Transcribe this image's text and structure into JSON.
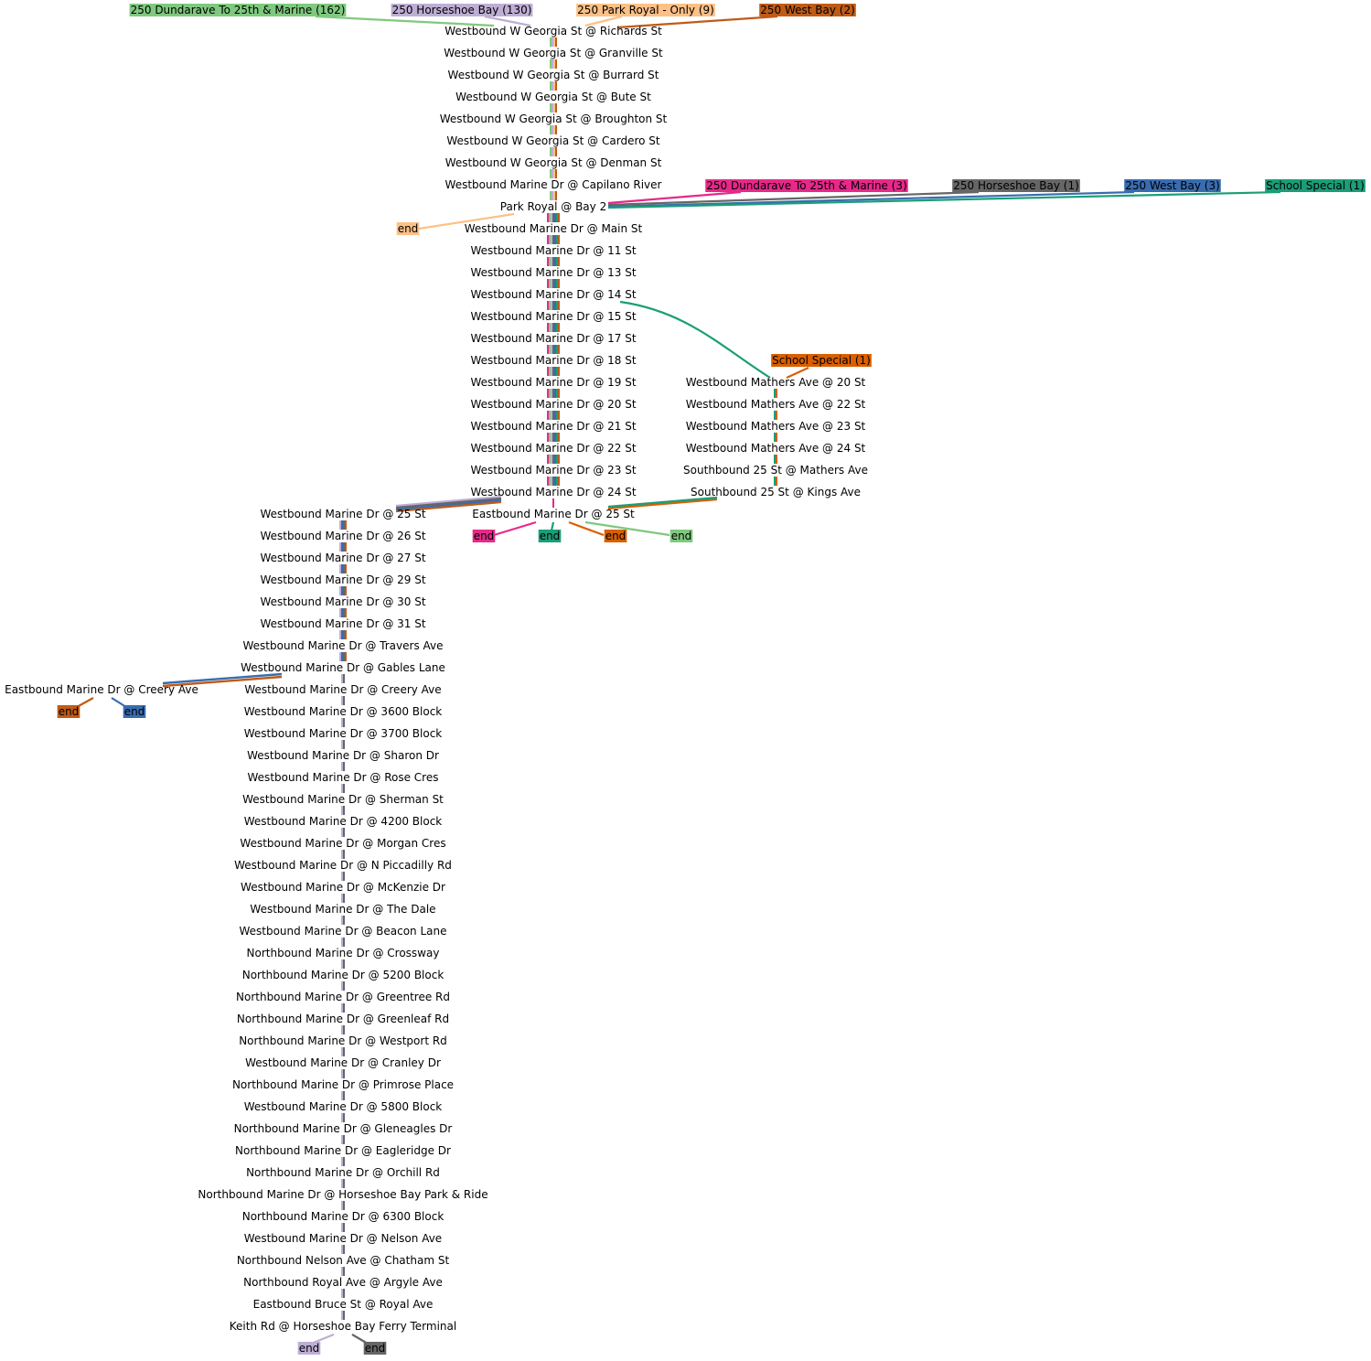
{
  "colors": {
    "dundarave_main": "#7fc97f",
    "horseshoe_main": "#beaed4",
    "park_royal": "#fdc086",
    "west_bay_main": "#bf5b17",
    "dundarave_b": "#e7298a",
    "horseshoe_b": "#666666",
    "west_bay_b": "#386cb0",
    "school_special_a": "#1b9e77",
    "school_special_b": "#d95f02"
  },
  "route_labels": {
    "dundarave_main": "250 Dundarave To 25th & Marine (162)",
    "horseshoe_main": "250 Horseshoe Bay (130)",
    "park_royal": "250 Park Royal - Only (9)",
    "west_bay_main": "250 West Bay (2)",
    "dundarave_b": "250 Dundarave To 25th & Marine (3)",
    "horseshoe_b": "250 Horseshoe Bay (1)",
    "west_bay_b": "250 West Bay (3)",
    "school_special_a": "School Special (1)",
    "school_special_b": "School Special (1)"
  },
  "end_label": "end",
  "stops": {
    "georgia": [
      "Westbound W Georgia St @ Richards St",
      "Westbound W Georgia St @ Granville St",
      "Westbound W Georgia St @ Burrard St",
      "Westbound W Georgia St @ Bute St",
      "Westbound W Georgia St @ Broughton St",
      "Westbound W Georgia St @ Cardero St",
      "Westbound W Georgia St @ Denman St",
      "Westbound Marine Dr @ Capilano River",
      "Park Royal @ Bay 2"
    ],
    "marine_east": [
      "Westbound Marine Dr @ Main St",
      "Westbound Marine Dr @ 11 St",
      "Westbound Marine Dr @ 13 St",
      "Westbound Marine Dr @ 14 St",
      "Westbound Marine Dr @ 15 St",
      "Westbound Marine Dr @ 17 St",
      "Westbound Marine Dr @ 18 St",
      "Westbound Marine Dr @ 19 St",
      "Westbound Marine Dr @ 20 St",
      "Westbound Marine Dr @ 21 St",
      "Westbound Marine Dr @ 22 St",
      "Westbound Marine Dr @ 23 St",
      "Westbound Marine Dr @ 24 St",
      "Eastbound Marine Dr @ 25 St"
    ],
    "mathers": [
      "Westbound Mathers Ave @ 20 St",
      "Westbound Mathers Ave @ 22 St",
      "Westbound Mathers Ave @ 23 St",
      "Westbound Mathers Ave @ 24 St",
      "Southbound 25 St @ Mathers Ave",
      "Southbound 25 St @ Kings Ave"
    ],
    "marine_west": [
      "Westbound Marine Dr @ 25 St",
      "Westbound Marine Dr @ 26 St",
      "Westbound Marine Dr @ 27 St",
      "Westbound Marine Dr @ 29 St",
      "Westbound Marine Dr @ 30 St",
      "Westbound Marine Dr @ 31 St",
      "Westbound Marine Dr @ Travers Ave",
      "Westbound Marine Dr @ Gables Lane",
      "Westbound Marine Dr @ Creery Ave",
      "Westbound Marine Dr @ 3600 Block",
      "Westbound Marine Dr @ 3700 Block",
      "Westbound Marine Dr @ Sharon Dr",
      "Westbound Marine Dr @ Rose Cres",
      "Westbound Marine Dr @ Sherman St",
      "Westbound Marine Dr @ 4200 Block",
      "Westbound Marine Dr @ Morgan Cres",
      "Westbound Marine Dr @ N Piccadilly Rd",
      "Westbound Marine Dr @ McKenzie Dr",
      "Westbound Marine Dr @ The Dale",
      "Westbound Marine Dr @ Beacon Lane",
      "Northbound Marine Dr @ Crossway",
      "Northbound Marine Dr @ 5200 Block",
      "Northbound Marine Dr @ Greentree Rd",
      "Northbound Marine Dr @ Greenleaf Rd",
      "Northbound Marine Dr @ Westport Rd",
      "Westbound Marine Dr @ Cranley Dr",
      "Northbound Marine Dr @ Primrose Place",
      "Westbound Marine Dr @ 5800 Block",
      "Northbound Marine Dr @ Gleneagles Dr",
      "Northbound Marine Dr @ Eagleridge Dr",
      "Northbound Marine Dr @ Orchill Rd",
      "Northbound Marine Dr @ Horseshoe Bay Park & Ride",
      "Northbound Marine Dr @ 6300 Block",
      "Westbound Marine Dr @ Nelson Ave",
      "Northbound Nelson Ave @ Chatham St",
      "Northbound Royal Ave @ Argyle Ave",
      "Eastbound Bruce St @ Royal Ave",
      "Keith Rd @ Horseshoe Bay Ferry Terminal"
    ],
    "creery_branch": "Eastbound Marine Dr @ Creery Ave"
  }
}
